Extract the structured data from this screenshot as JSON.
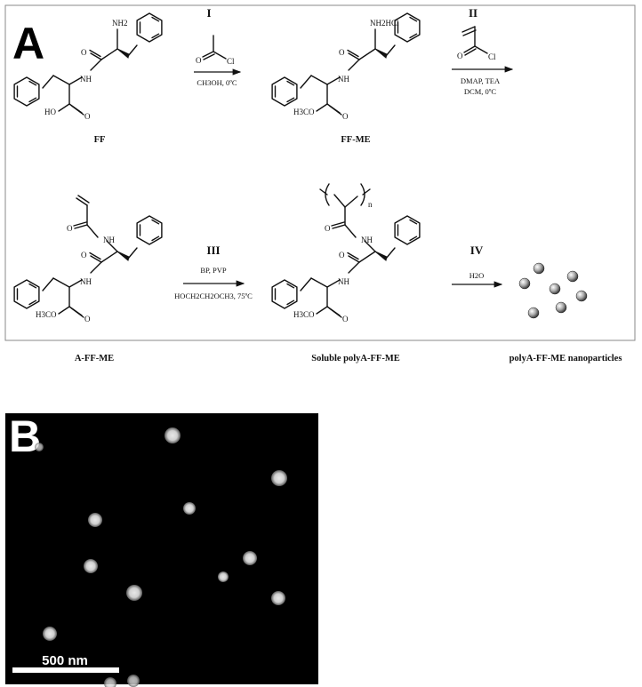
{
  "panels": {
    "a": "A",
    "b": "B"
  },
  "steps": {
    "s1": "I",
    "s2": "II",
    "s3": "III",
    "s4": "IV"
  },
  "conditions": {
    "s1": "CH3OH, 0ºC",
    "s2_line1": "DMAP, TEA",
    "s2_line2": "DCM, 0ºC",
    "s3_line1": "BP, PVP",
    "s3_line2": "HOCH2CH2OCH3, 75ºC",
    "s4": "H2O"
  },
  "compounds": {
    "ff": "FF",
    "ff_me": "FF-ME",
    "a_ff_me": "A-FF-ME",
    "soluble": "Soluble polyA-FF-ME",
    "nanoparticles": "polyA-FF-ME nanoparticles"
  },
  "atoms": {
    "nh2": "NH2",
    "nh2hcl": "NH2HCl",
    "nh": "NH",
    "o": "O",
    "cl": "Cl",
    "ho": "HO",
    "h3co": "H3CO",
    "n": "n"
  },
  "micrograph": {
    "scale_bar": "500 nm"
  }
}
